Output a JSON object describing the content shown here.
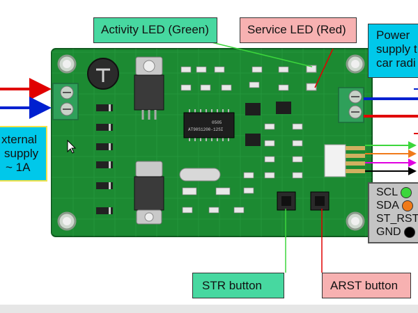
{
  "labels": {
    "activity_led": "Activity LED (Green)",
    "service_led": "Service LED (Red)",
    "power_line1": "Power",
    "power_line2": "supply t",
    "power_line3": "car radi",
    "external_line1": "xternal",
    "external_line2": "supply",
    "external_line3": "~ 1A",
    "str_button": "STR button",
    "arst_button": "ARST button"
  },
  "pins": [
    {
      "name": "SCL",
      "color": "#3cd63c"
    },
    {
      "name": "SDA",
      "color": "#f07a1a"
    },
    {
      "name": "ST_RST",
      "color": ""
    },
    {
      "name": "GND",
      "color": "#000000"
    }
  ],
  "chip_text": {
    "mcu_line1": "0505",
    "mcu_line2": "AT90S1200-12SI"
  },
  "colors": {
    "pcb": "#1c8a32",
    "wire_red": "#e00000",
    "wire_blue": "#0020d0",
    "wire_green": "#3cd63c",
    "wire_orange": "#f07a1a",
    "wire_magenta": "#e000e0",
    "wire_black": "#000000"
  }
}
